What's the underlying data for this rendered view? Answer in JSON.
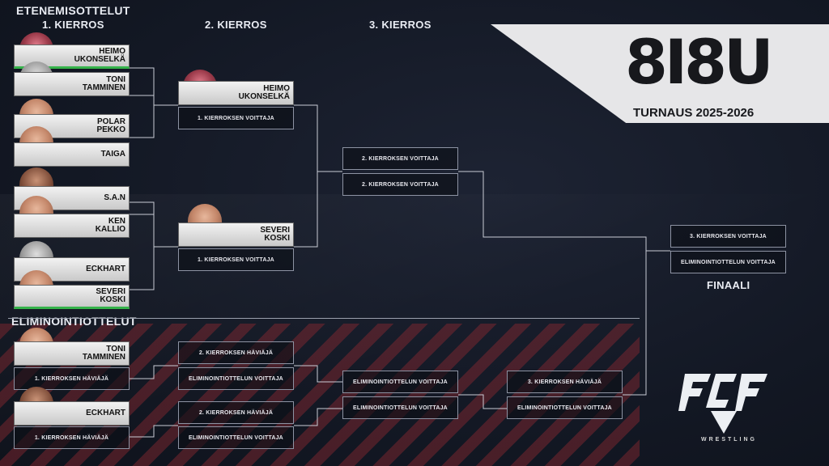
{
  "headers": {
    "advancement": "ETENEMISOTTELUT",
    "round1": "1. KIERROS",
    "round2": "2. KIERROS",
    "round3": "3. KIERROS",
    "elimination": "ELIMINOINTIOTTELUT",
    "final": "FINAALI"
  },
  "logo": {
    "mark": "8I8U",
    "subtitle": "TURNAUS 2025-2026",
    "org_text": "WRESTLING"
  },
  "round1": [
    {
      "line1": "HEIMO",
      "line2": "UKONSELKÄ"
    },
    {
      "line1": "TONI",
      "line2": "TAMMINEN"
    },
    {
      "line1": "POLAR",
      "line2": "PEKKO"
    },
    {
      "line1": "TAIGA",
      "line2": ""
    },
    {
      "line1": "S.A.N",
      "line2": ""
    },
    {
      "line1": "KEN",
      "line2": "KALLIO"
    },
    {
      "line1": "ECKHART",
      "line2": ""
    },
    {
      "line1": "SEVERI",
      "line2": "KOSKI"
    }
  ],
  "round2": [
    {
      "line1": "HEIMO",
      "line2": "UKONSELKÄ"
    },
    {
      "label": "1. KIERROKSEN VOITTAJA"
    },
    {
      "line1": "SEVERI",
      "line2": "KOSKI"
    },
    {
      "label": "1. KIERROKSEN VOITTAJA"
    }
  ],
  "round3": [
    "2. KIERROKSEN VOITTAJA",
    "2. KIERROKSEN VOITTAJA"
  ],
  "final": [
    "3. KIERROKSEN VOITTAJA",
    "ELIMINOINTIOTTELUN VOITTAJA"
  ],
  "elim": {
    "r1": [
      {
        "line1": "TONI",
        "line2": "TAMMINEN"
      },
      {
        "label": "1. KIERROKSEN HÄVIÄJÄ"
      },
      {
        "line1": "ECKHART",
        "line2": ""
      },
      {
        "label": "1. KIERROKSEN HÄVIÄJÄ"
      }
    ],
    "r2": [
      "2. KIERROKSEN HÄVIÄJÄ",
      "ELIMINOINTIOTTELUN VOITTAJA",
      "2. KIERROKSEN HÄVIÄJÄ",
      "ELIMINOINTIOTTELUN VOITTAJA"
    ],
    "r3": [
      "ELIMINOINTIOTTELUN VOITTAJA",
      "ELIMINOINTIOTTELUN VOITTAJA"
    ],
    "r4": [
      "3. KIERROKSEN HÄVIÄJÄ",
      "ELIMINOINTIOTTELUN VOITTAJA"
    ]
  },
  "colors": {
    "winner_marker": "#35b34a",
    "stripe": "#8c2830",
    "logo_accent": "#d9232f"
  }
}
